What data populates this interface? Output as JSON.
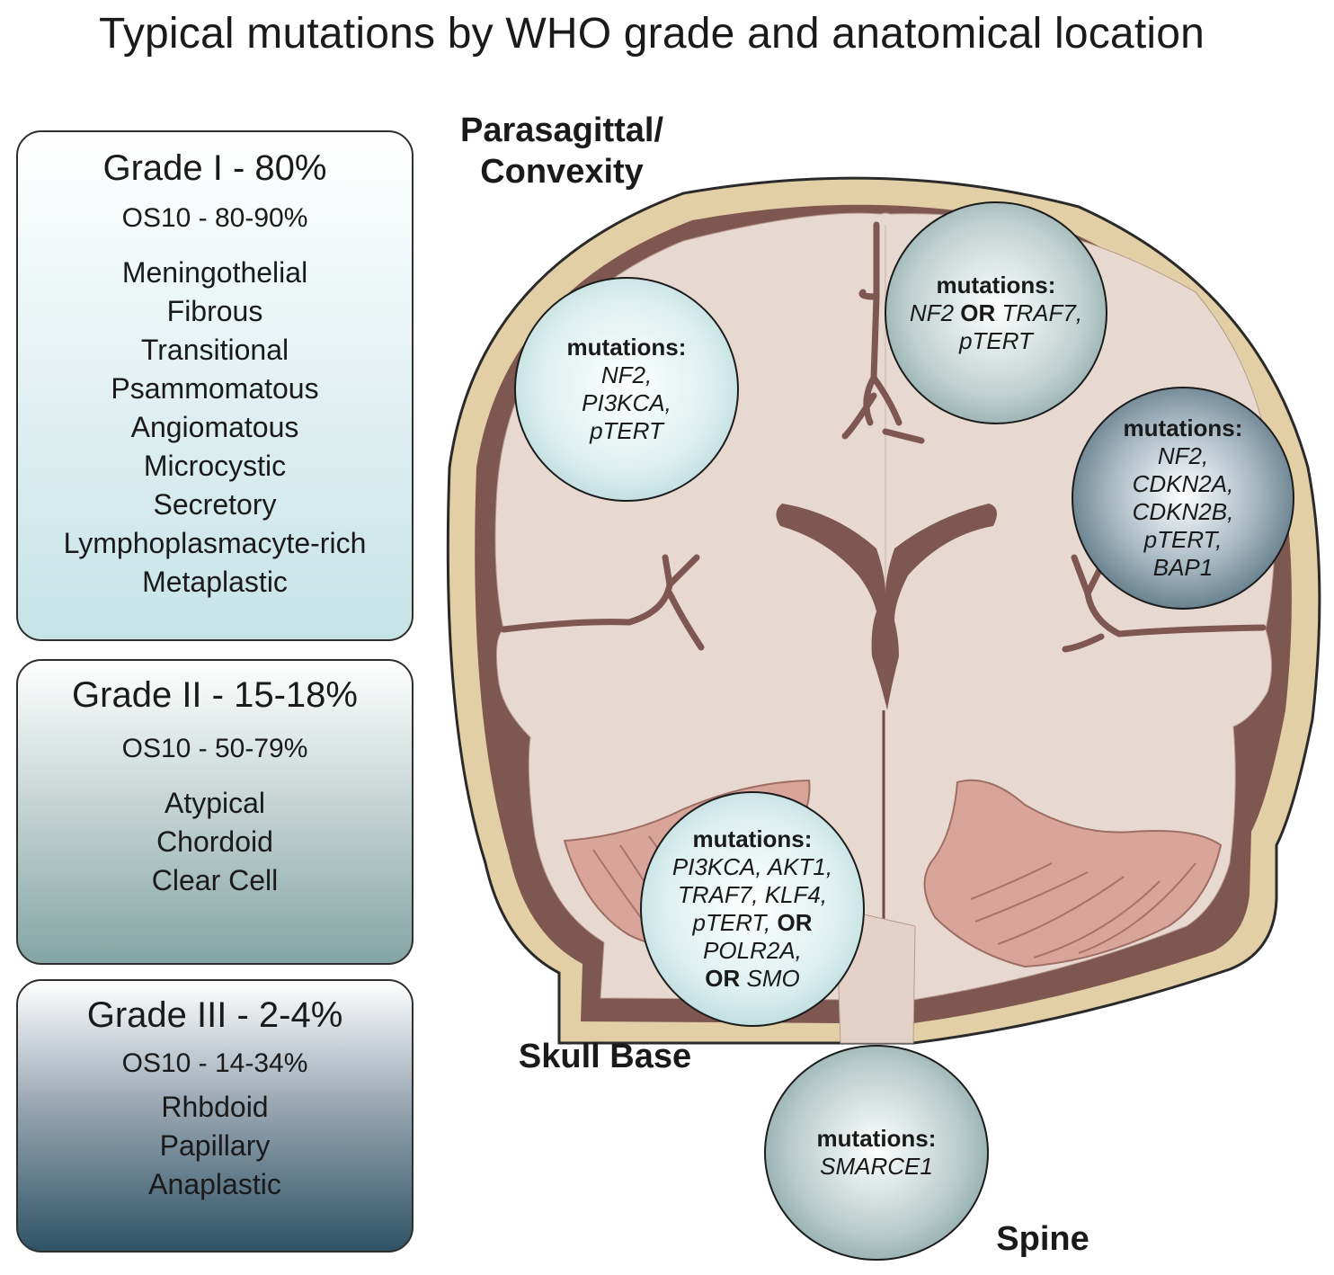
{
  "title": "Typical mutations by WHO grade and anatomical location",
  "grades": [
    {
      "title": "Grade I - 80%",
      "os10": "OS10 - 80-90%",
      "subtypes": [
        "Meningothelial",
        "Fibrous",
        "Transitional",
        "Psammomatous",
        "Angiomatous",
        "Microcystic",
        "Secretory",
        "Lymphoplasmacyte-rich",
        "Metaplastic"
      ]
    },
    {
      "title": "Grade II - 15-18%",
      "os10": "OS10 - 50-79%",
      "subtypes": [
        "Atypical",
        "Chordoid",
        "Clear Cell"
      ]
    },
    {
      "title": "Grade III - 2-4%",
      "os10": "OS10 - 14-34%",
      "subtypes": [
        "Rhbdoid",
        "Papillary",
        "Anaplastic"
      ]
    }
  ],
  "locations": {
    "parasagittal": "Parasagittal/",
    "convexity": "Convexity",
    "skull_base": "Skull Base",
    "spine": "Spine"
  },
  "mutation_heading": "mutations:",
  "bubbles": {
    "parasagittal": [
      "NF2,",
      "PI3KCA,",
      "pTERT"
    ],
    "convexity": {
      "nf2": "NF2",
      "or": "OR",
      "traf7": "TRAF7,",
      "pterT": "pTERT"
    },
    "grade3": [
      "NF2,",
      "CDKN2A,",
      "CDKN2B,",
      "pTERT,",
      "BAP1"
    ],
    "skull_base": {
      "line1": "PI3KCA, AKT1,",
      "line2": "TRAF7, KLF4,",
      "line3_a": "pTERT,",
      "line3_or": "OR",
      "line4": "POLR2A,",
      "line5_or": "OR",
      "line5_b": "SMO"
    },
    "spine": [
      "SMARCE1"
    ]
  },
  "colors": {
    "skull_bone": "#e3cfa6",
    "dura": "#7e5751",
    "brain": "#e8d9d0",
    "cerebellum": "#d9a59b"
  }
}
